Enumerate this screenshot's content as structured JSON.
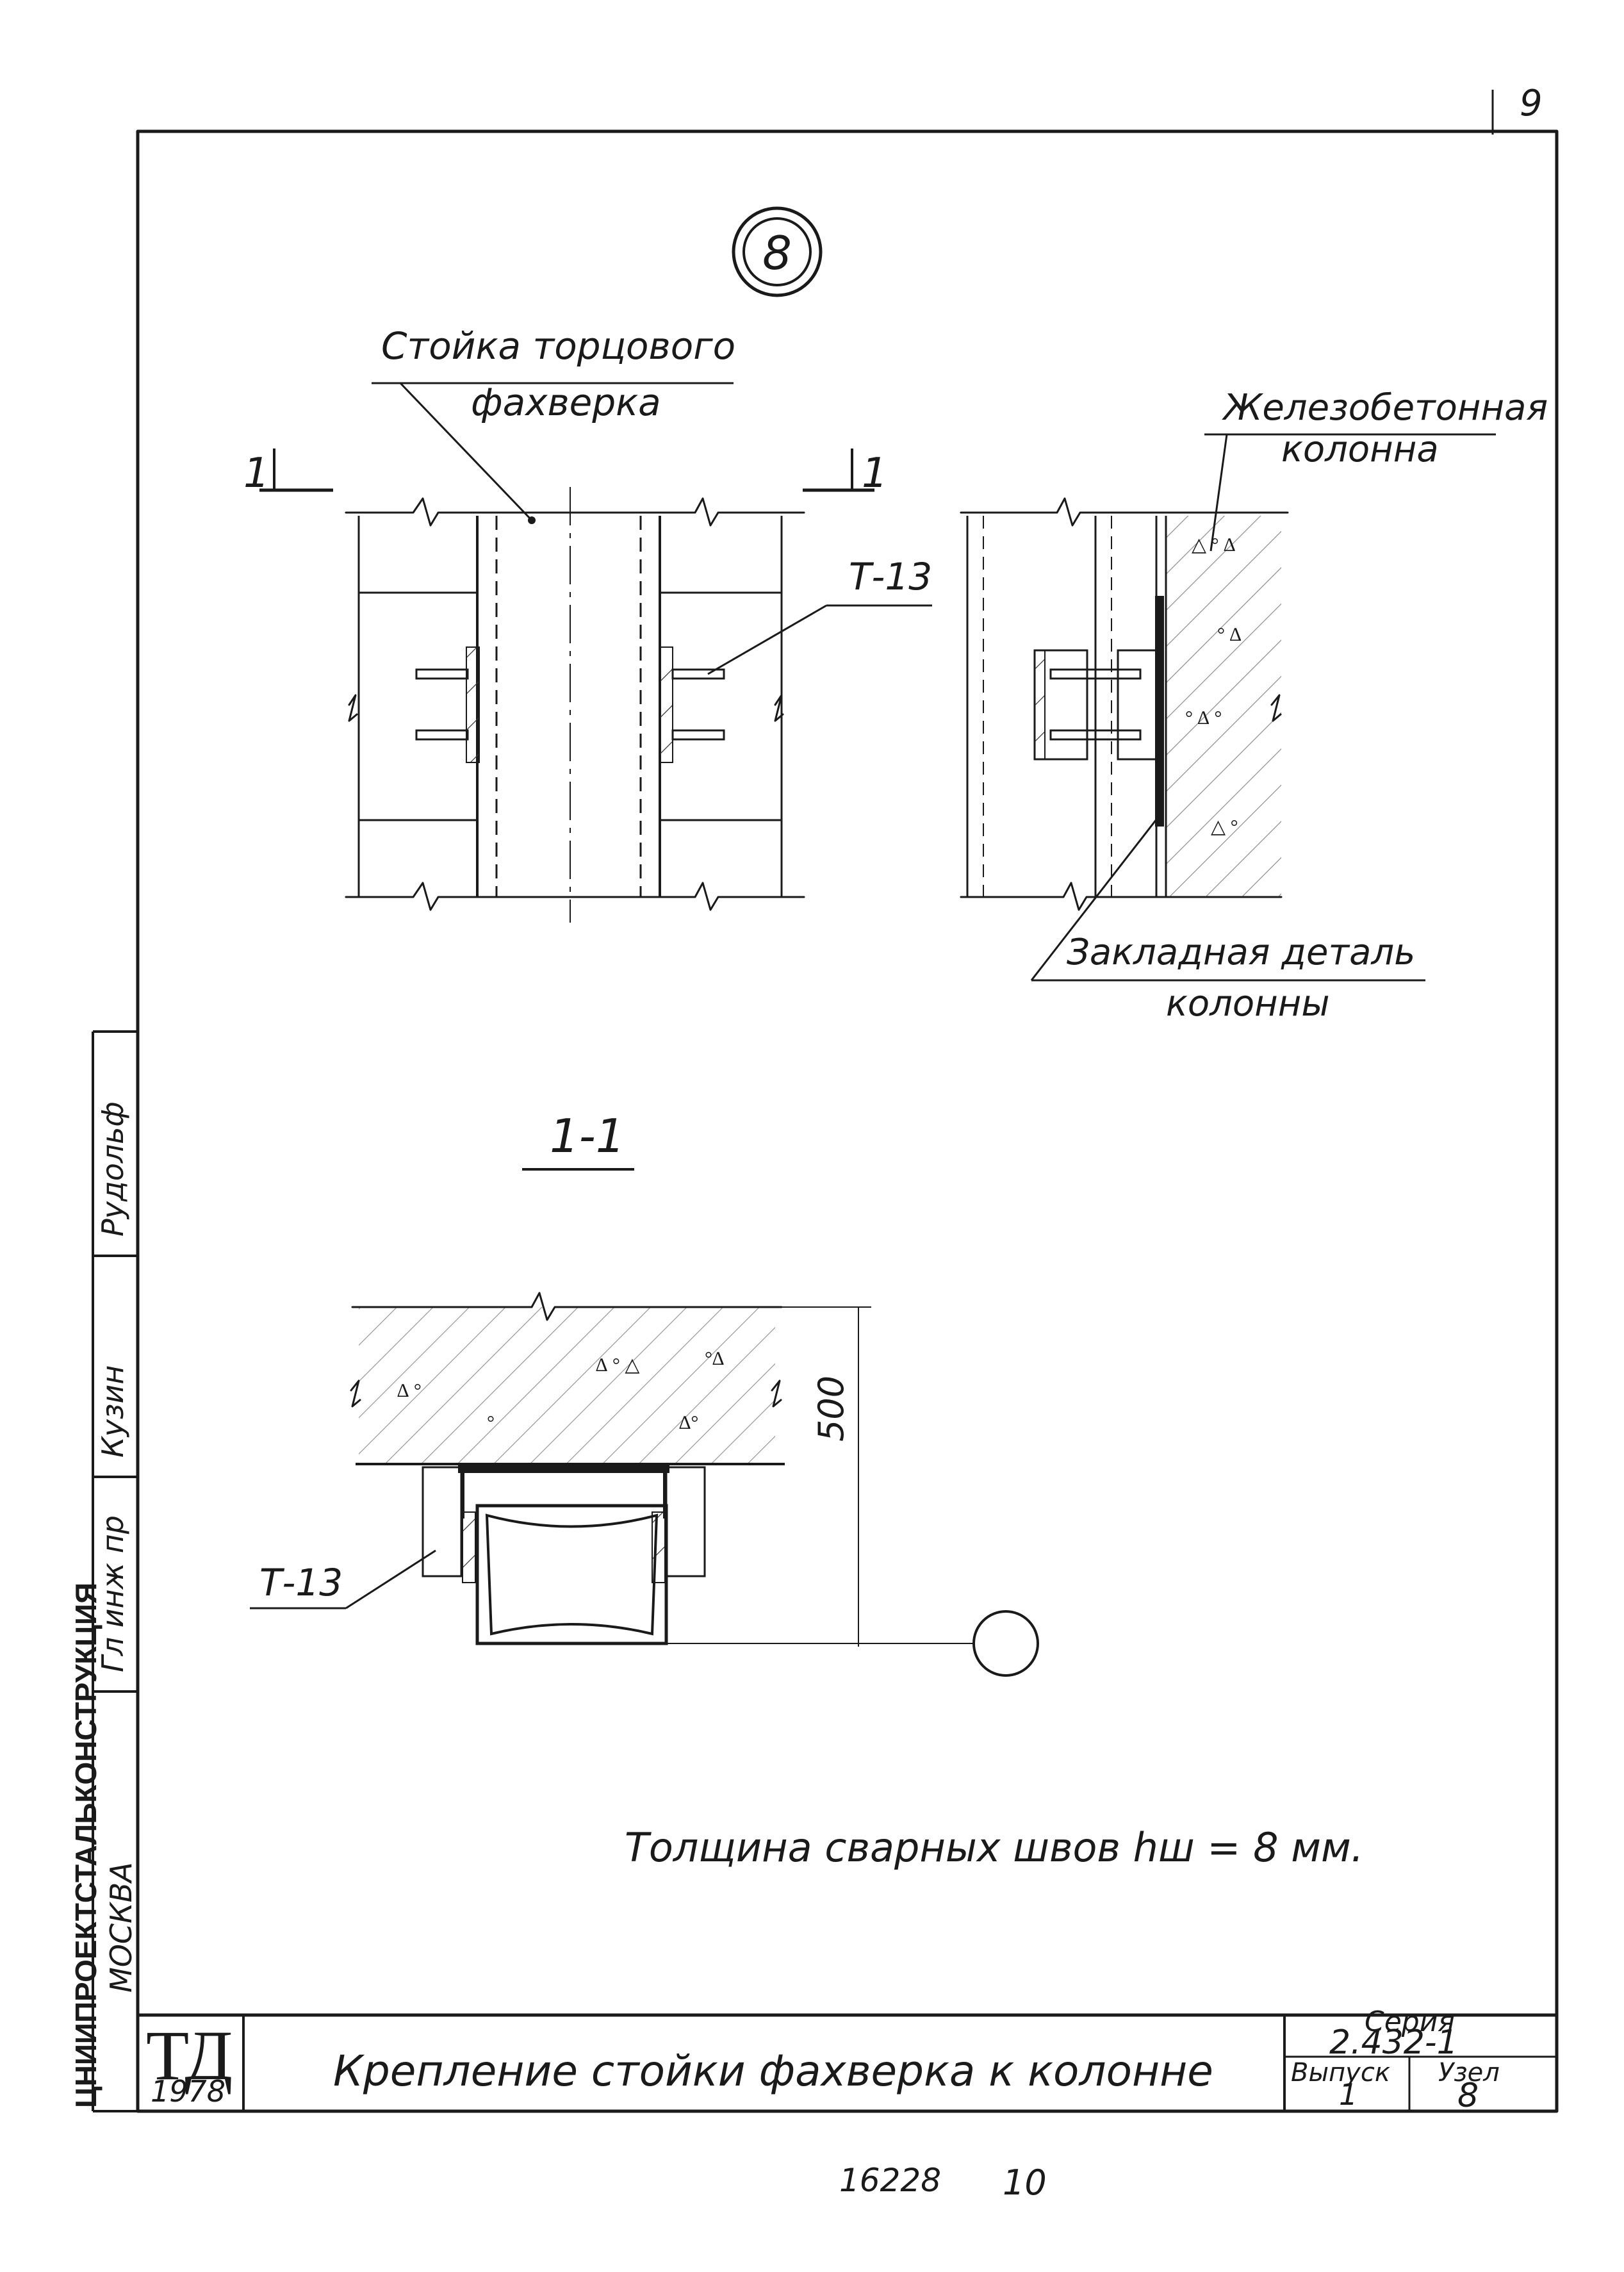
{
  "page_number": "9",
  "node_callout": "8",
  "labels": {
    "stand_line1": "Стойка торцового",
    "stand_line2": "фахверка",
    "rc_line1": "Железобетонная",
    "rc_line2": "колонна",
    "embedded_line1": "Закладная деталь",
    "embedded_line2": "колонны",
    "section_marker": "1",
    "section_title": "1-1",
    "part_top": "Т-13",
    "part_section": "Т-13",
    "dimension": "500",
    "weld_note": "Толщина сварных швов hш = 8 мм."
  },
  "side_stamp": {
    "col1": "Рудольф",
    "col2": "Кузин",
    "col3": "Гл инж пр",
    "org": "ЦНИИПРОЕКТСТАЛЬКОНСТРУКЦИЯ",
    "city": "МОСКВА"
  },
  "title_block": {
    "logo": "ТД",
    "year": "1978",
    "title": "Крепление стойки фахверка к колонне",
    "series_label": "Серия",
    "series_value": "2.432-1",
    "issue_label": "Выпуск",
    "issue_value": "1",
    "node_label": "Узел",
    "node_value": "8"
  },
  "footer": {
    "archive_no": "16228",
    "sheet_no": "10"
  }
}
